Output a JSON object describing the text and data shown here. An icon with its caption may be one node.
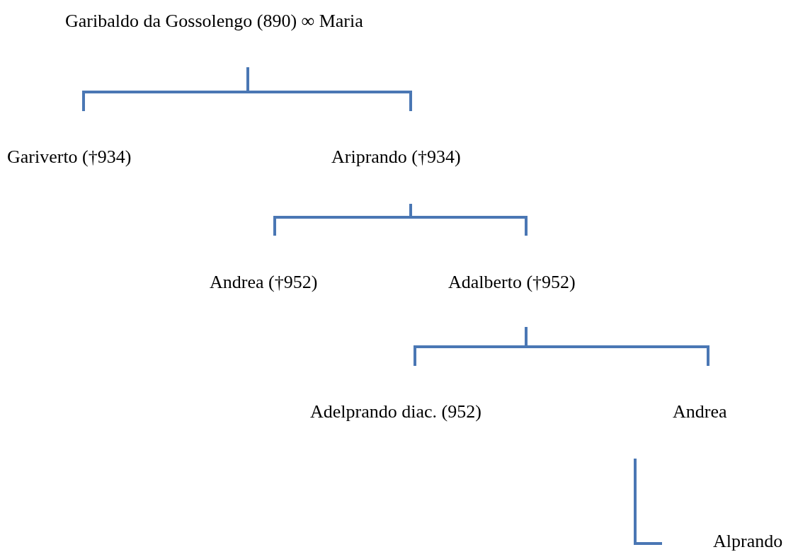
{
  "diagram": {
    "nodes": [
      {
        "text": [
          "Garibaldo da Gossolengo (890) ∞ Maria"
        ]
      },
      {
        "text": [
          "Gariverto (†934)"
        ]
      },
      {
        "text": [
          "Ariprando (†934)"
        ]
      },
      {
        "text": [
          "Andrea (†952)"
        ]
      },
      {
        "text": [
          "Adalberto (†952)"
        ]
      },
      {
        "text": [
          "Adelprando diac. (952)"
        ]
      },
      {
        "text": [
          "Andrea"
        ]
      },
      {
        "text": [
          "Alprando"
        ]
      }
    ],
    "edges": [
      {
        "from": 0,
        "to": 1,
        "arrow": "none"
      },
      {
        "from": 0,
        "to": 2,
        "arrow": "none"
      },
      {
        "from": 2,
        "to": 3,
        "arrow": "none"
      },
      {
        "from": 2,
        "to": 4,
        "arrow": "none"
      },
      {
        "from": 4,
        "to": 5,
        "arrow": "none"
      },
      {
        "from": 4,
        "to": 6,
        "arrow": "none"
      },
      {
        "from": 6,
        "to": 7,
        "arrow": "none"
      }
    ]
  }
}
